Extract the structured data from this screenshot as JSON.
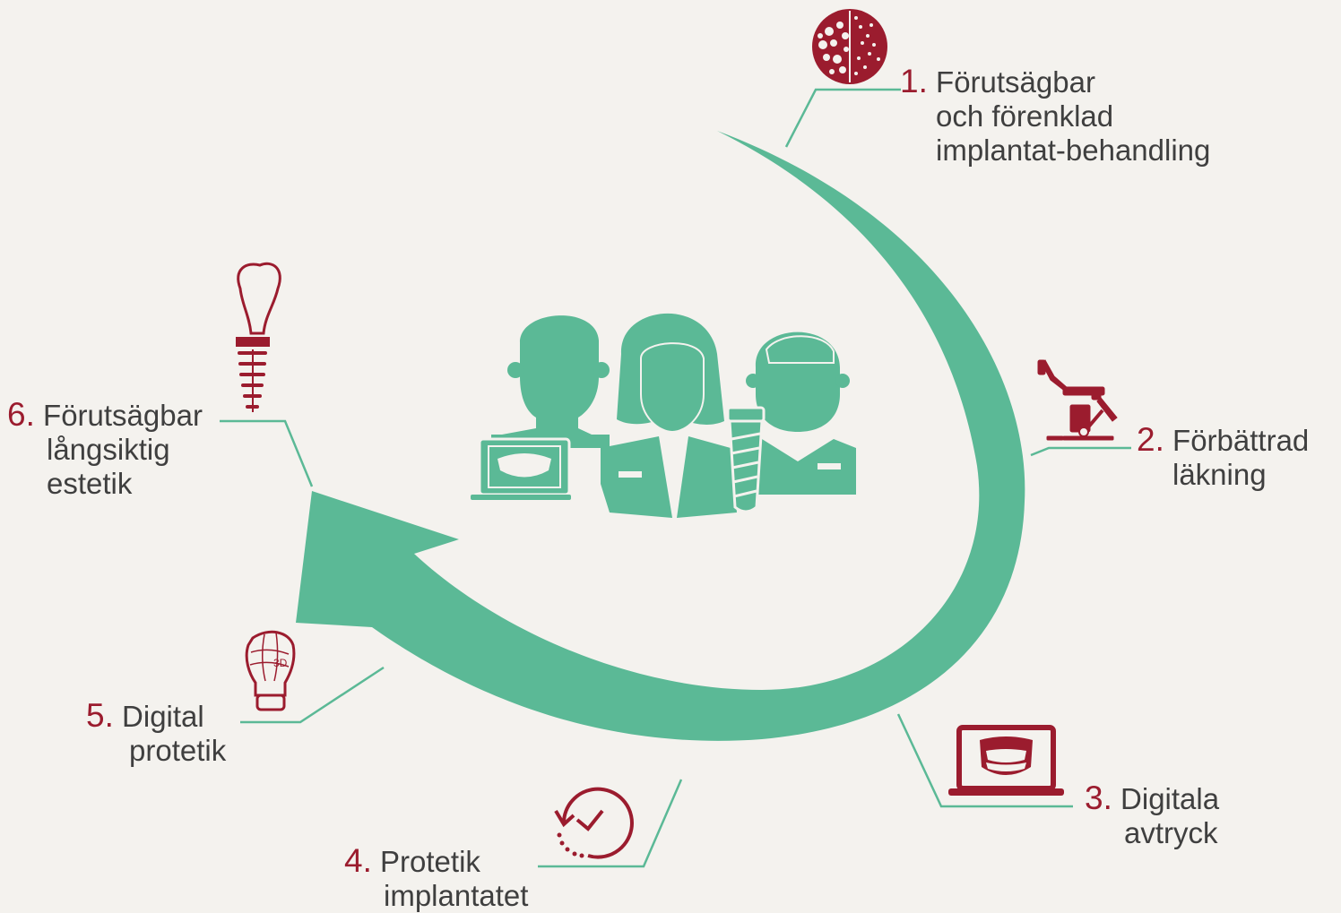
{
  "colors": {
    "background": "#f4f2ee",
    "arrow": "#5bb996",
    "accent": "#9b1c2e",
    "text": "#3f3f3f"
  },
  "steps": [
    {
      "num": "1.",
      "lines": [
        "Förutsägbar",
        "och förenklad",
        "implantat-behandling"
      ],
      "icon": "bone-structure-icon"
    },
    {
      "num": "2.",
      "lines": [
        "Förbättrad",
        "läkning"
      ],
      "icon": "dental-chair-icon"
    },
    {
      "num": "3.",
      "lines": [
        "Digitala",
        "avtryck"
      ],
      "icon": "laptop-dentures-icon"
    },
    {
      "num": "4.",
      "lines": [
        "Protetik",
        "implantatet"
      ],
      "icon": "clock-check-icon"
    },
    {
      "num": "5.",
      "lines": [
        "Digital",
        "protetik"
      ],
      "icon": "3d-crown-icon"
    },
    {
      "num": "6.",
      "lines": [
        "Förutsägbar",
        "långsiktig",
        "estetik"
      ],
      "icon": "dental-implant-icon"
    }
  ],
  "center": {
    "icon": "dental-team-icon"
  },
  "icon_texts": {
    "crown_3d": "3D"
  }
}
